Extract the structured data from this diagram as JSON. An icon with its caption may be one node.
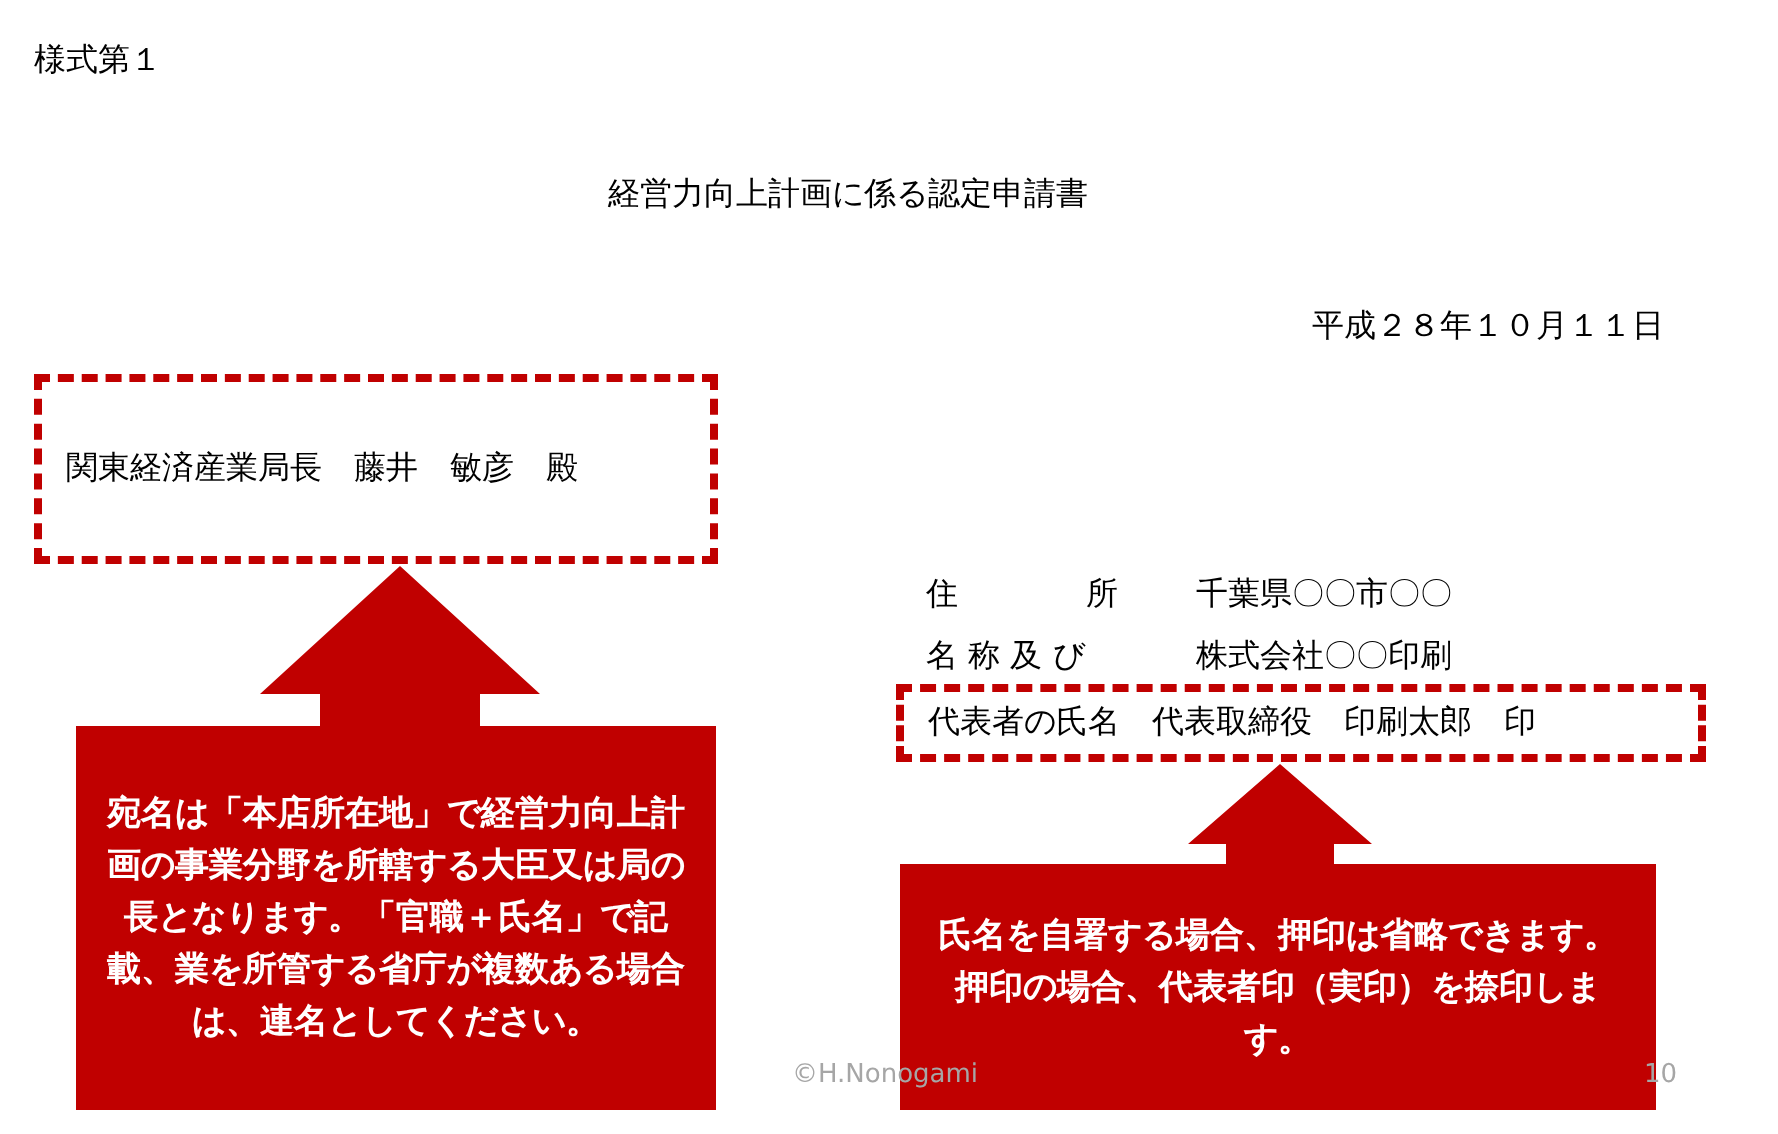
{
  "diagram": {
    "nodes": [
      {
        "text": [
          "関東経済産業局長　藤井　敏彦　殿"
        ]
      },
      {
        "text": [
          "宛名は「本店所在地」で経営力向上計画の事業分野を所轄する大臣又は局の長となります。「官職＋氏名」で記載、業を所管する省庁が複数ある場合は、連名としてください。"
        ]
      },
      {
        "text": [
          "代表者の氏名　代表取締役　印刷太郎　印"
        ]
      },
      {
        "text": [
          "氏名を自署する場合、押印は省略できます。押印の場合、代表者印（実印）を捺印します。"
        ]
      }
    ],
    "edges": [
      {
        "from": 1,
        "to": 0,
        "arrow": "to"
      },
      {
        "from": 3,
        "to": 2,
        "arrow": "to"
      }
    ],
    "labels": [
      "様式第１",
      "経営力向上計画に係る認定申請書",
      "平成２８年１０月１１日",
      "住　　　　所",
      "千葉県〇〇市〇〇",
      "名 称 及 び",
      "株式会社〇〇印刷",
      "©H.Nonogami",
      "10"
    ]
  }
}
